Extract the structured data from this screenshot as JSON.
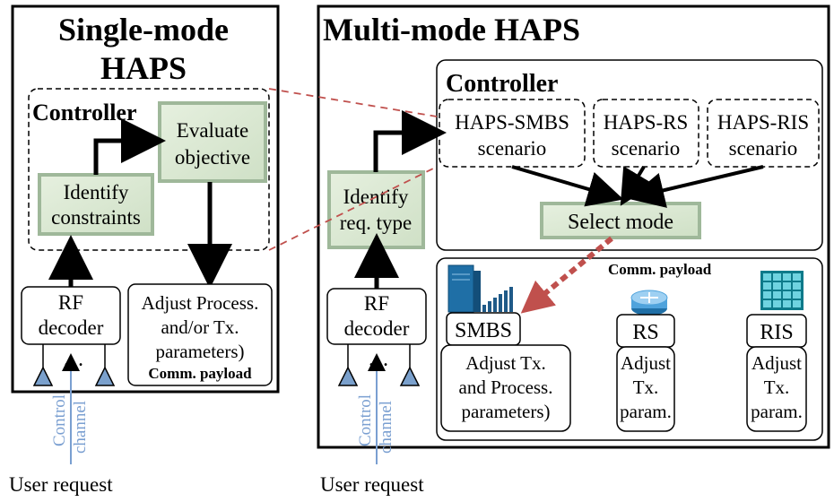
{
  "left_panel": {
    "title_line1": "Single-mode",
    "title_line2": "HAPS",
    "controller_label": "Controller",
    "evaluate_line1": "Evaluate",
    "evaluate_line2": "objective",
    "identify_line1": "Identify",
    "identify_line2": "constraints",
    "rf_line1": "RF",
    "rf_line2": "decoder",
    "antenna_dots": "…",
    "adjust_line1": "Adjust Process.",
    "adjust_line2": "and/or Tx.",
    "adjust_line3": "parameters)",
    "payload_label": "Comm. payload",
    "control_line1": "Control",
    "control_line2": "channel",
    "user_request": "User request"
  },
  "right_panel": {
    "title": "Multi-mode HAPS",
    "controller_label": "Controller",
    "scenarios": [
      {
        "line1": "HAPS-SMBS",
        "line2": "scenario"
      },
      {
        "line1": "HAPS-RS",
        "line2": "scenario"
      },
      {
        "line1": "HAPS-RIS",
        "line2": "scenario"
      }
    ],
    "select_mode": "Select mode",
    "identify_line1": "Identify",
    "identify_line2": "req. type",
    "rf_line1": "RF",
    "rf_line2": "decoder",
    "antenna_dots": "…",
    "payload_label": "Comm. payload",
    "smbs_label": "SMBS",
    "smbs_adjust": [
      "Adjust Tx.",
      "and Process.",
      "parameters)"
    ],
    "rs_label": "RS",
    "rs_adjust": [
      "Adjust",
      "Tx.",
      "param."
    ],
    "ris_label": "RIS",
    "ris_adjust": [
      "Adjust",
      "Tx.",
      "param."
    ],
    "control_line1": "Control",
    "control_line2": "channel",
    "user_request": "User request"
  },
  "colors": {
    "box_green": "#d7e6d0",
    "box_green_dark": "#9fb89a",
    "antenna_blue": "#7aa0cc",
    "control_blue": "#7a9fd1",
    "dashed_red": "#c0504d"
  },
  "icons": [
    "bar-chart-icon",
    "router-icon",
    "ris-grid-icon",
    "server-icon"
  ]
}
